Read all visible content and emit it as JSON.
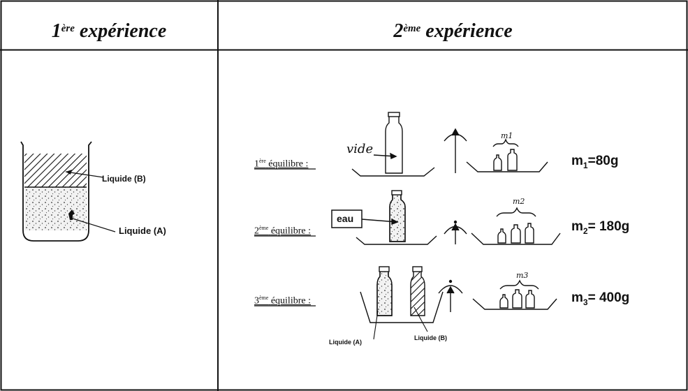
{
  "header": {
    "exp1": {
      "number": "1",
      "suffix": "ère",
      "word": "expérience"
    },
    "exp2": {
      "number": "2",
      "suffix": "ème",
      "word": "expérience"
    }
  },
  "experience1": {
    "label_top": "Liquide (B)",
    "label_bottom": "Liquide (A)"
  },
  "experience2": {
    "rows": [
      {
        "eq_num": "1",
        "eq_sup": "ère",
        "eq_word": "équilibre :",
        "note": "vide",
        "mass_symbol": "m",
        "mass_sub": "1",
        "mass_value": "=80g",
        "brace_label": "m1"
      },
      {
        "eq_num": "2",
        "eq_sup": "ème",
        "eq_word": "équilibre :",
        "note": "eau",
        "mass_symbol": "m",
        "mass_sub": "2",
        "mass_value": "= 180g",
        "brace_label": "m2"
      },
      {
        "eq_num": "3",
        "eq_sup": "ème",
        "eq_word": "équilibre :",
        "mass_symbol": "m",
        "mass_sub": "3",
        "mass_value": "= 400g",
        "brace_label": "m3"
      }
    ],
    "bottle_label_a": "Liquide (A)",
    "bottle_label_b": "Liquide (B)"
  }
}
